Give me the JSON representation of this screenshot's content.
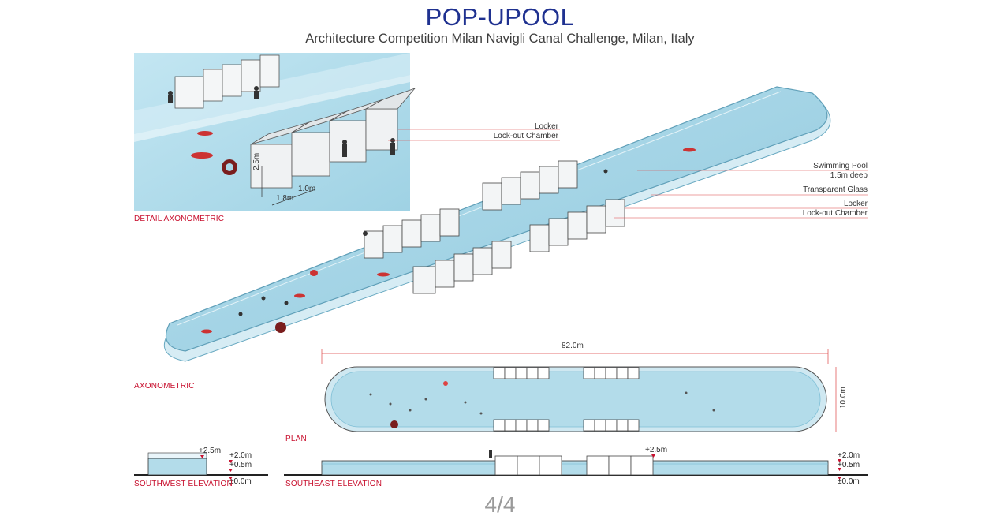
{
  "header": {
    "title": "POP-UPOOL",
    "subtitle": "Architecture Competition Milan Navigli Canal Challenge, Milan, Italy"
  },
  "views": {
    "detail_axonometric": "DETAIL AXONOMETRIC",
    "axonometric": "AXONOMETRIC",
    "plan": "PLAN",
    "southwest_elevation": "SOUTHWEST ELEVATION",
    "southeast_elevation": "SOUTHEAST ELEVATION"
  },
  "detail_callouts": {
    "locker": "Locker",
    "lockout_chamber": "Lock-out Chamber"
  },
  "detail_dimensions": {
    "height": "2.5m",
    "width_a": "1.8m",
    "width_b": "1.0m"
  },
  "axo_callouts": {
    "swimming_pool": "Swimming Pool",
    "pool_depth": "1.5m deep",
    "transparent_glass": "Transparent Glass",
    "locker": "Locker",
    "lockout_chamber": "Lock-out Chamber"
  },
  "plan_dimensions": {
    "length": "82.0m",
    "width": "10.0m"
  },
  "southwest_levels": {
    "top": "+2.5m",
    "glass": "+2.0m",
    "water": "+0.5m",
    "ground": "±0.0m"
  },
  "southeast_levels": {
    "top": "+2.5m",
    "glass": "+2.0m",
    "water": "+0.5m",
    "ground": "±0.0m"
  },
  "page": {
    "number": "4/4"
  },
  "colors": {
    "title_blue": "#1f3190",
    "label_red": "#c8102e",
    "water": "#a9d7e8",
    "water_deep": "#8cc6dc",
    "glass_edge": "#7fbfd6"
  }
}
